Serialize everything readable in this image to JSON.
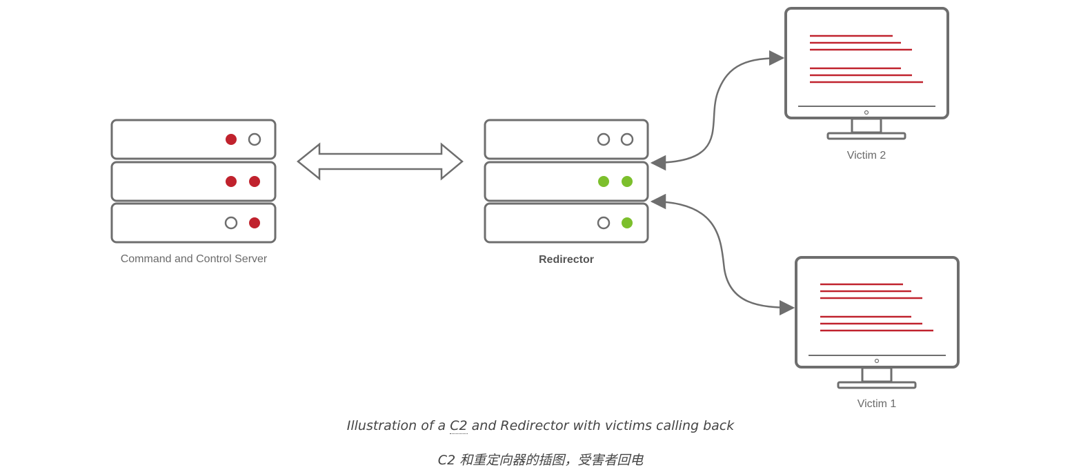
{
  "diagram": {
    "nodes": {
      "c2": {
        "label": "Command and Control Server",
        "units": [
          {
            "leds": [
              "red",
              "empty"
            ]
          },
          {
            "leds": [
              "red",
              "red"
            ]
          },
          {
            "leds": [
              "empty",
              "red"
            ]
          }
        ]
      },
      "redirector": {
        "label": "Redirector",
        "units": [
          {
            "leds": [
              "empty",
              "empty"
            ]
          },
          {
            "leds": [
              "green",
              "green"
            ]
          },
          {
            "leds": [
              "empty",
              "green"
            ]
          }
        ]
      },
      "victim2": {
        "label": "Victim 2"
      },
      "victim1": {
        "label": "Victim 1"
      }
    },
    "edges": [
      {
        "from": "c2",
        "to": "redirector",
        "style": "bidirectional-hollow-arrow"
      },
      {
        "from": "redirector",
        "to": "victim2",
        "style": "bidirectional-curved-arrow"
      },
      {
        "from": "redirector",
        "to": "victim1",
        "style": "bidirectional-curved-arrow"
      }
    ]
  },
  "caption": {
    "en_prefix": "Illustration of a ",
    "en_abbr": "C2",
    "en_suffix": " and Redirector with victims calling back",
    "zh": "C2 和重定向器的插图，受害者回电"
  },
  "colors": {
    "stroke": "#6e6e6e",
    "led_red": "#c0222d",
    "led_green": "#7cbf2c",
    "screen_line": "#c0222d"
  }
}
